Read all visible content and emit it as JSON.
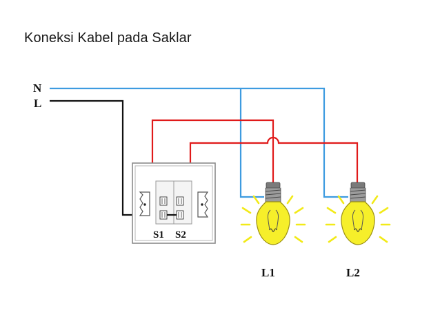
{
  "title": "Koneksi Kabel pada Saklar",
  "labels": {
    "neutral": "N",
    "line": "L",
    "switch1": "S1",
    "switch2": "S2",
    "lamp1": "L1",
    "lamp2": "L2"
  },
  "colors": {
    "neutral_wire": "#3d9be0",
    "line_wire": "#111111",
    "switched_wire": "#e01a1a",
    "bulb": "#f6ef2a",
    "bulb_glow": "#f2ea18",
    "socket": "#8c8c8c"
  }
}
